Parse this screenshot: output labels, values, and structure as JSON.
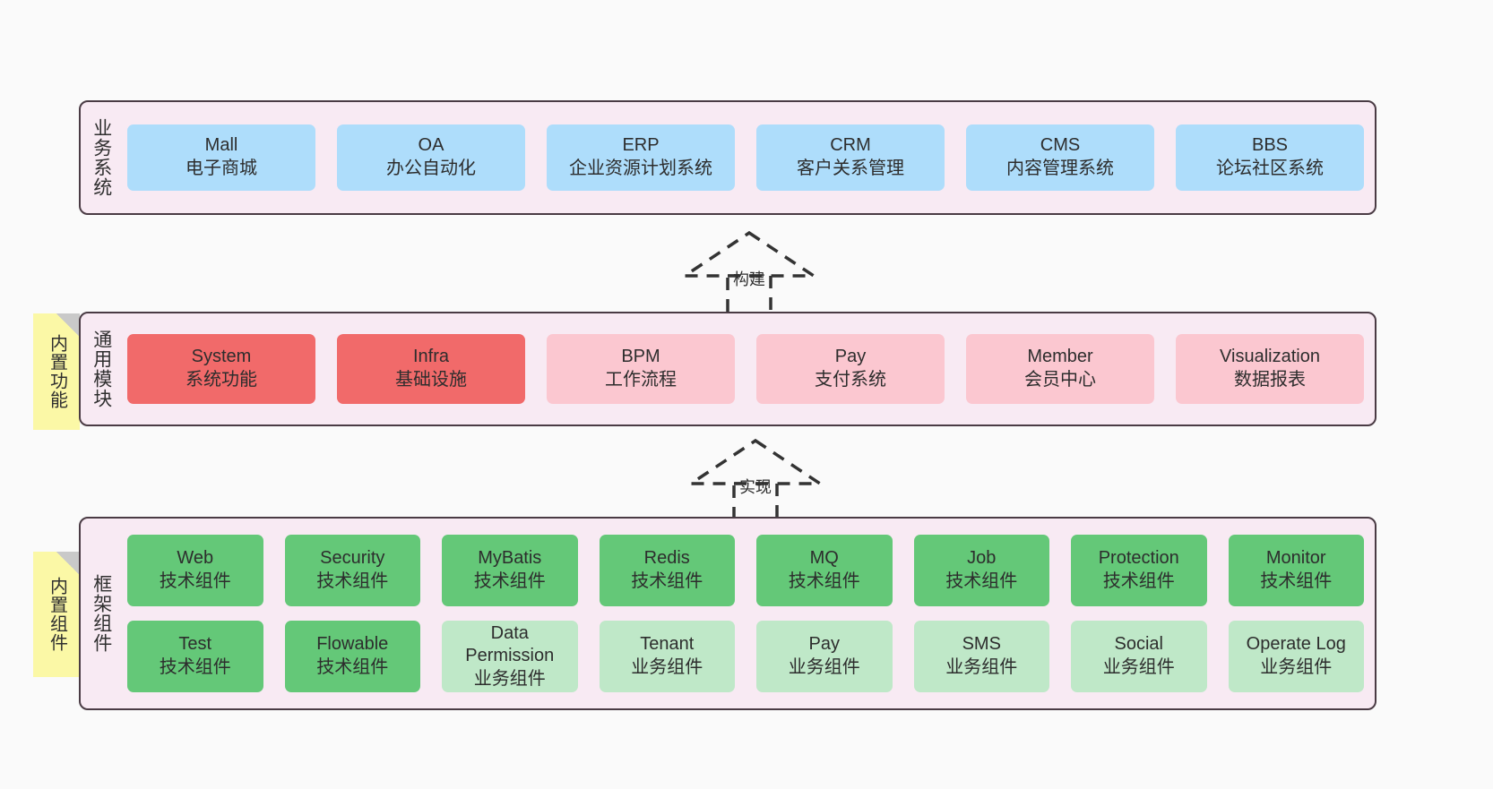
{
  "diagram": {
    "title": "ruoyi-vue-pro architecture layers",
    "colors": {
      "layer_bg": "#f8eaf3",
      "layer_border": "#4a3b44",
      "business_card": "#aeddfb",
      "module_core": "#f16a6a",
      "module_optional": "#fbc7d0",
      "tech_component": "#64c878",
      "biz_component": "#bfe8c8",
      "sticky_note": "#fbf8a6",
      "canvas": "#fafafa"
    }
  },
  "layers": {
    "business": {
      "title": "业务系统",
      "cards": [
        {
          "title": "Mall",
          "sub": "电子商城"
        },
        {
          "title": "OA",
          "sub": "办公自动化"
        },
        {
          "title": "ERP",
          "sub": "企业资源计划系统"
        },
        {
          "title": "CRM",
          "sub": "客户关系管理"
        },
        {
          "title": "CMS",
          "sub": "内容管理系统"
        },
        {
          "title": "BBS",
          "sub": "论坛社区系统"
        }
      ]
    },
    "modules": {
      "title": "通用模块",
      "sticky": "内置功能",
      "cards": [
        {
          "title": "System",
          "sub": "系统功能",
          "kind": "core"
        },
        {
          "title": "Infra",
          "sub": "基础设施",
          "kind": "core"
        },
        {
          "title": "BPM",
          "sub": "工作流程",
          "kind": "optional"
        },
        {
          "title": "Pay",
          "sub": "支付系统",
          "kind": "optional"
        },
        {
          "title": "Member",
          "sub": "会员中心",
          "kind": "optional"
        },
        {
          "title": "Visualization",
          "sub": "数据报表",
          "kind": "optional"
        }
      ]
    },
    "framework": {
      "title": "框架组件",
      "sticky": "内置组件",
      "row1": [
        {
          "title": "Web",
          "sub": "技术组件",
          "kind": "tech"
        },
        {
          "title": "Security",
          "sub": "技术组件",
          "kind": "tech"
        },
        {
          "title": "MyBatis",
          "sub": "技术组件",
          "kind": "tech"
        },
        {
          "title": "Redis",
          "sub": "技术组件",
          "kind": "tech"
        },
        {
          "title": "MQ",
          "sub": "技术组件",
          "kind": "tech"
        },
        {
          "title": "Job",
          "sub": "技术组件",
          "kind": "tech"
        },
        {
          "title": "Protection",
          "sub": "技术组件",
          "kind": "tech"
        },
        {
          "title": "Monitor",
          "sub": "技术组件",
          "kind": "tech"
        }
      ],
      "row2": [
        {
          "title": "Test",
          "sub": "技术组件",
          "kind": "tech"
        },
        {
          "title": "Flowable",
          "sub": "技术组件",
          "kind": "tech"
        },
        {
          "title": "Data Permission",
          "sub": "业务组件",
          "kind": "biz"
        },
        {
          "title": "Tenant",
          "sub": "业务组件",
          "kind": "biz"
        },
        {
          "title": "Pay",
          "sub": "业务组件",
          "kind": "biz"
        },
        {
          "title": "SMS",
          "sub": "业务组件",
          "kind": "biz"
        },
        {
          "title": "Social",
          "sub": "业务组件",
          "kind": "biz"
        },
        {
          "title": "Operate Log",
          "sub": "业务组件",
          "kind": "biz"
        }
      ]
    }
  },
  "arrows": [
    {
      "id": "build",
      "label": "构建",
      "from": "通用模块",
      "to": "业务系统"
    },
    {
      "id": "realize",
      "label": "实现",
      "from": "框架组件",
      "to": "通用模块"
    }
  ]
}
